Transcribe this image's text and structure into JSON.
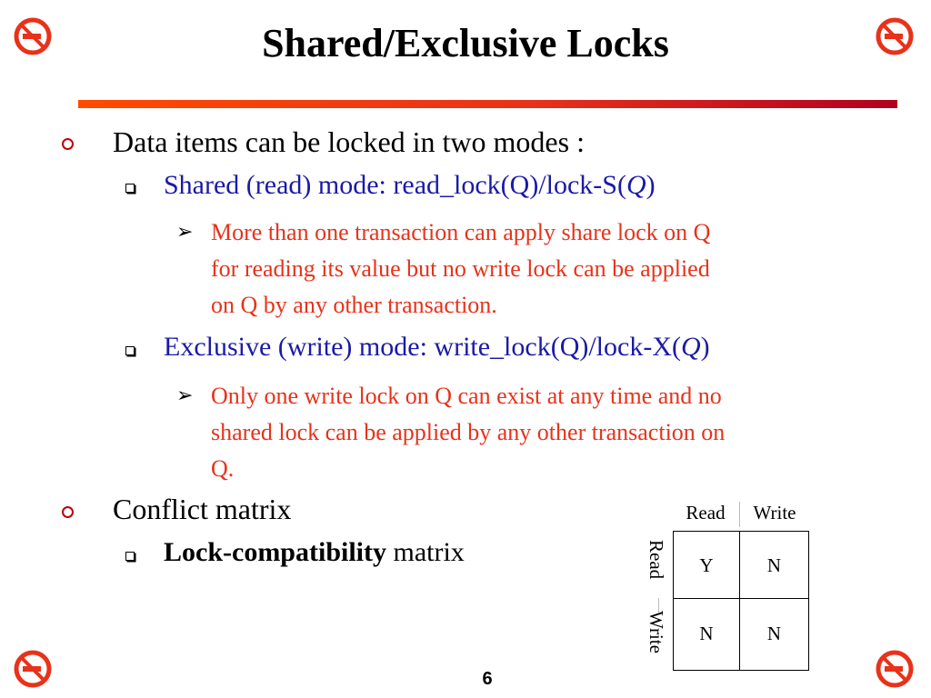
{
  "slide": {
    "title": "Shared/Exclusive Locks",
    "page_number": "6"
  },
  "bullets": {
    "b1": "Data items can be locked in two modes :",
    "b1_1_pre": "Shared (read) mode: read_lock(Q)/lock-S(",
    "b1_1_var": "Q",
    "b1_1_post": ")",
    "b1_1_a_line1": "More than one transaction can apply share lock on Q",
    "b1_1_a_line2": "for reading its value but no write lock can be applied",
    "b1_1_a_line3": "on Q by any other transaction.",
    "b1_2_pre": "Exclusive (write) mode: write_lock(Q)/lock-X(",
    "b1_2_var": "Q",
    "b1_2_post": ")",
    "b1_2_a_line1": "Only one write lock on Q can exist at any time and no",
    "b1_2_a_line2": "shared lock can be applied by any other transaction on",
    "b1_2_a_line3": "Q.",
    "b2": "Conflict matrix",
    "b2_1_bold": "Lock-compatibility",
    "b2_1_rest": " matrix"
  },
  "matrix": {
    "col_headers": [
      "Read",
      "Write"
    ],
    "row_headers": [
      "Read",
      "Write"
    ],
    "cells": [
      [
        "Y",
        "N"
      ],
      [
        "N",
        "N"
      ]
    ]
  },
  "colors": {
    "level2_text": "#1a1aa8",
    "level3_text": "#e8321a",
    "bullet_circle": "#c00000",
    "title_rule_start": "#ff4a00",
    "title_rule_end": "#b00020",
    "corner_icon": "#e8321a"
  },
  "icons": {
    "corner": "no-smoking-icon",
    "level1_bullet": "circle-bullet-icon",
    "level2_bullet": "square-bullet-icon",
    "level3_bullet": "arrow-bullet-icon"
  }
}
